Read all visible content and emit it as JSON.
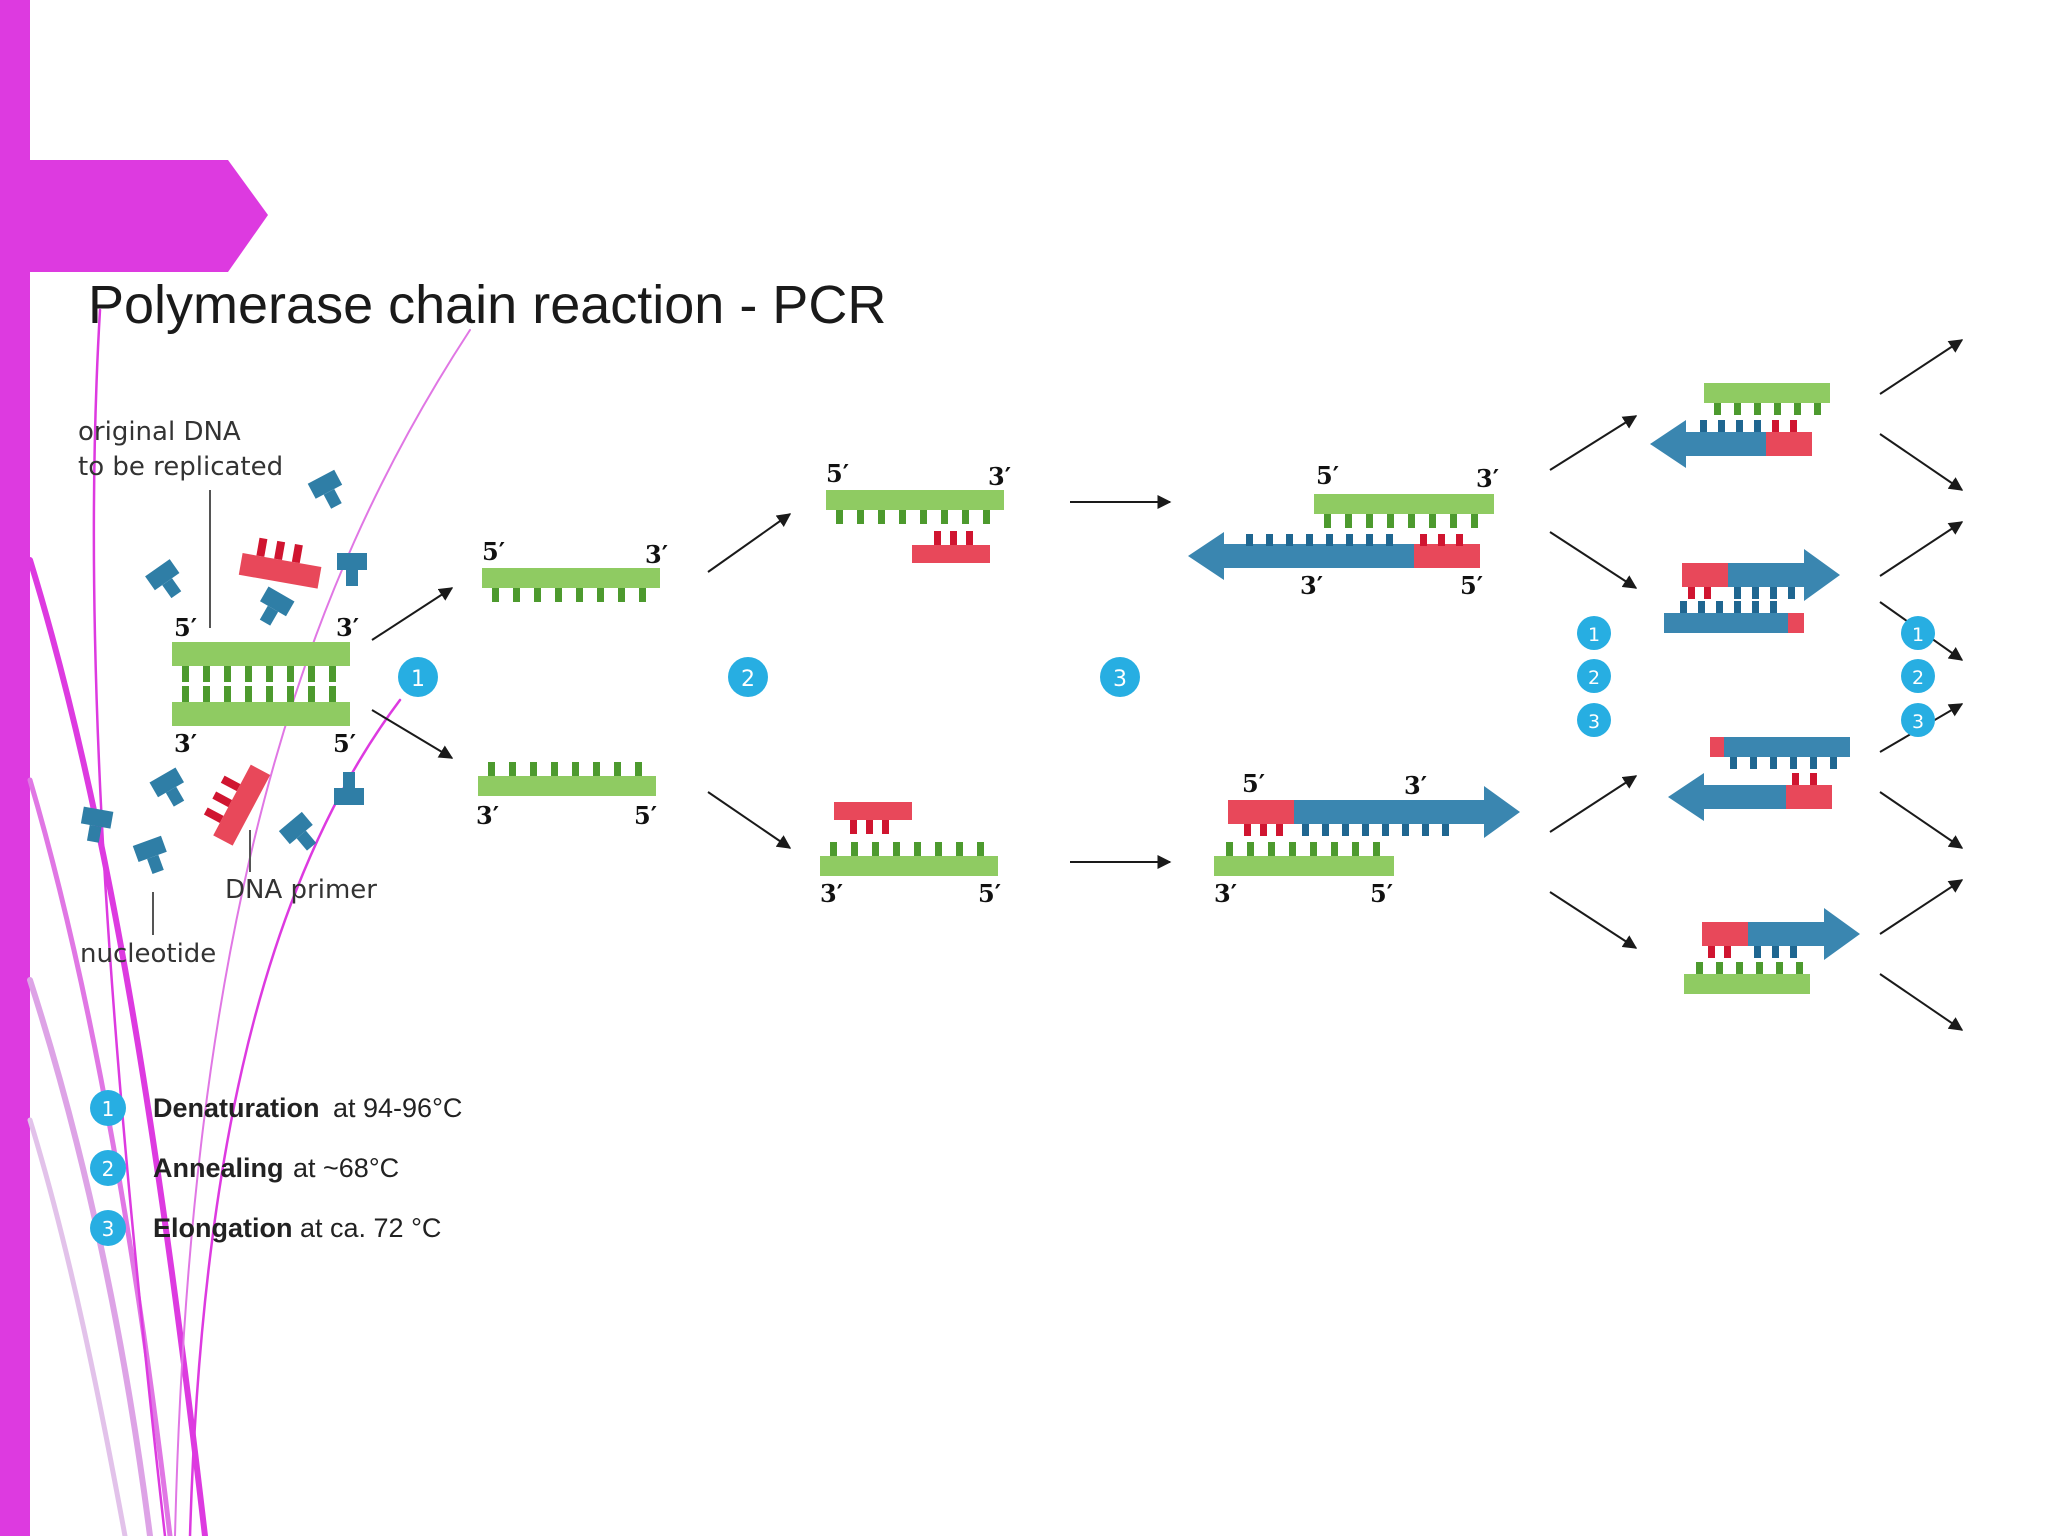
{
  "title": "Polymerase chain reaction - PCR",
  "labels": {
    "original_dna": [
      "original DNA",
      "to be replicated"
    ],
    "dna_primer": "DNA primer",
    "nucleotide": "nucleotide",
    "five_prime": "5′",
    "three_prime": "3′"
  },
  "steps": [
    {
      "number": "1",
      "name": "Denaturation",
      "condition": "at 94-96°C"
    },
    {
      "number": "2",
      "name": "Annealing",
      "condition": "at ~68°C"
    },
    {
      "number": "3",
      "name": "Elongation",
      "condition": "at ca. 72 °C"
    }
  ],
  "colors": {
    "accent": "#dd3ae0",
    "template_strand": "#8fcb62",
    "template_tooth": "#4d9a2e",
    "new_strand": "#3a86b0",
    "new_strand_dark": "#1f6690",
    "primer": "#e8485a",
    "primer_dark": "#d01530",
    "step_circle": "#27aee2"
  },
  "icons": [
    "tab-arrow-icon",
    "step-circle-icon",
    "flow-arrow-icon",
    "nucleotide-icon",
    "primer-icon"
  ]
}
